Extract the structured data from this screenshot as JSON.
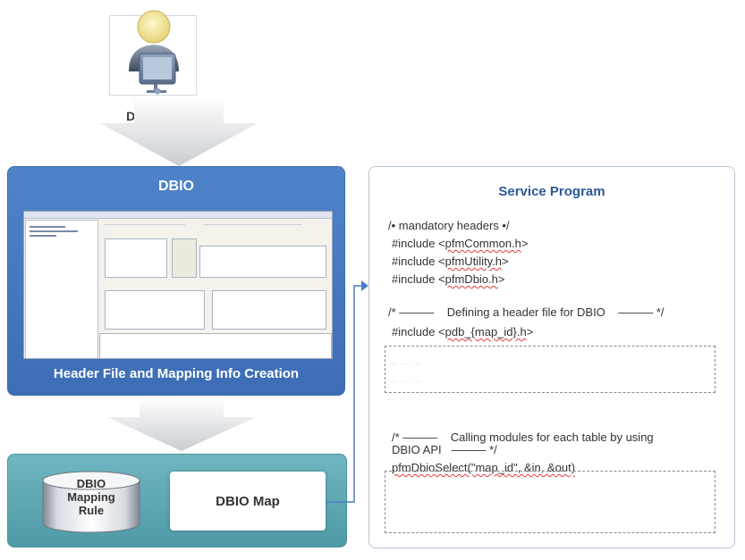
{
  "developer": {
    "label": "Developer",
    "icon": "developer-at-computer-icon"
  },
  "dbio": {
    "title": "DBIO",
    "caption": "Header File  and Mapping Info Creation",
    "screenshot_icon": "dbio-tool-screenshot"
  },
  "repository": {
    "mapping_rule_label": "DBIO\nMapping\nRule",
    "map_label": "DBIO Map"
  },
  "service_program": {
    "title": "Service Program",
    "comment_mandatory": "/• mandatory headers •/",
    "include_prefix": "#include <",
    "includes": [
      "pfmCommon.h",
      "pfmUtility.h",
      "pfmDbio.h"
    ],
    "include_suffix": ">",
    "comment_header_start": "/* ———",
    "comment_header_text": "Defining a header file for DBIO",
    "comment_header_end": "———  */",
    "include_dbio": "pdb_{map_id}.h",
    "comment_calling_start": "/* ———",
    "comment_calling_text": "Calling modules for each table by using",
    "comment_calling_line2_start": "DBIO API",
    "comment_calling_line2_end": "———  */",
    "select_call": "pfmDbioSelect(\"map_id\", &in, &out)"
  },
  "colors": {
    "dbio_blue": "#4a7cc2",
    "repo_teal": "#5fa8b3",
    "title_blue": "#2b5797",
    "connector": "#4a7cc2"
  }
}
